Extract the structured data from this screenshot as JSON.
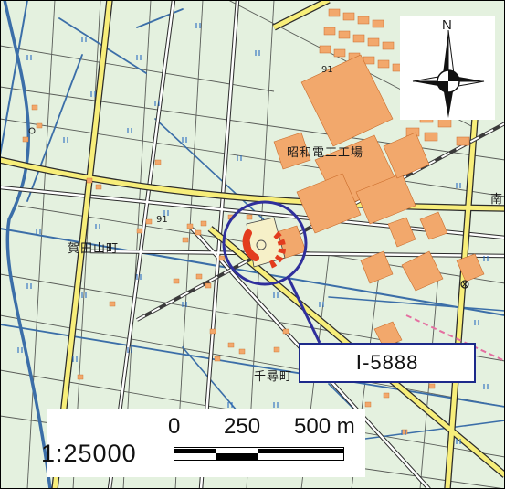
{
  "map": {
    "place_labels": [
      {
        "id": "showa-denko",
        "text": "昭和電工工場"
      },
      {
        "id": "kadayamacho",
        "text": "賀田山町"
      },
      {
        "id": "chihirocho",
        "text": "千尋町"
      },
      {
        "id": "minami",
        "text": "南"
      }
    ],
    "route_labels": [
      {
        "id": "route-91-top",
        "text": "91"
      },
      {
        "id": "route-91-left",
        "text": "91"
      }
    ],
    "colors": {
      "ground": "#e4f1df",
      "major_road": "#f7ee7a",
      "water": "#3b6ea8",
      "block": "#f2a86c",
      "site_circle": "#2f2f9c",
      "site_mark": "#e33c1e"
    }
  },
  "compass": {
    "north_label": "N"
  },
  "site": {
    "label": "Ⅰ-5888"
  },
  "scale": {
    "ratio": "1:25000",
    "ticks": [
      "0",
      "250",
      "500 m"
    ]
  }
}
